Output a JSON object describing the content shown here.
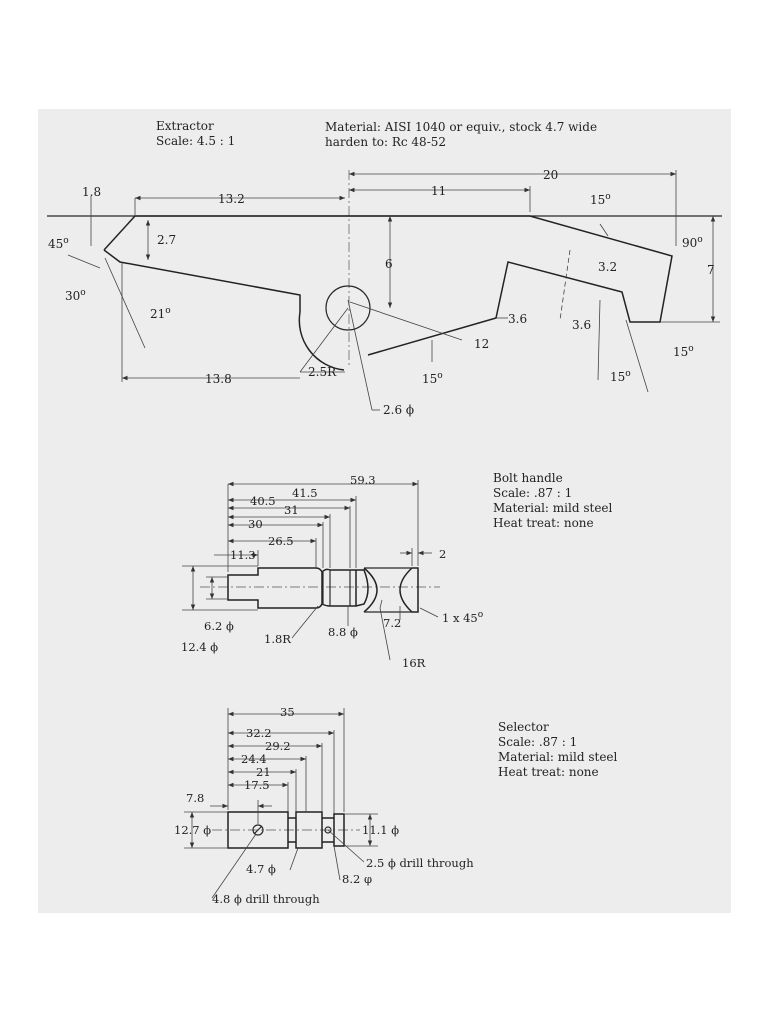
{
  "extractor": {
    "title": "Extractor",
    "scale": "Scale: 4.5 : 1",
    "material": "Material: AISI 1040 or equiv., stock 4.7 wide",
    "harden": "harden to: Rc 48-52",
    "dims": {
      "d1_8": "1.8",
      "d13_2": "13.2",
      "d11": "11",
      "d20": "20",
      "a15_top": "15",
      "a45": "45",
      "d2_7": "2.7",
      "d6": "6",
      "d3_2": "3.2",
      "a90": "90",
      "d7": "7",
      "a30": "30",
      "a21": "21",
      "d3_6a": "3.6",
      "d3_6b": "3.6",
      "d12": "12",
      "a15_bot1": "15",
      "a15_bot2": "15",
      "a15_right": "15",
      "d13_8": "13.8",
      "r2_5": "2.5R",
      "phi2_6": "2.6 ϕ"
    }
  },
  "bolt_handle": {
    "title": "Bolt handle",
    "scale": "Scale: .87 : 1",
    "material": "Material: mild steel",
    "heat": "Heat treat: none",
    "dims": {
      "d59_3": "59.3",
      "d41_5": "41.5",
      "d40_5": "40.5",
      "d31": "31",
      "d30": "30",
      "d26_5": "26.5",
      "d11_3": "11.3",
      "d2": "2",
      "phi6_2": "6.2 ϕ",
      "phi12_4": "12.4 ϕ",
      "r1_8": "1.8R",
      "phi8_8": "8.8 ϕ",
      "d7_2": "7.2",
      "chamfer": "1 x 45",
      "r16": "16R"
    }
  },
  "selector": {
    "title": "Selector",
    "scale": "Scale: .87 : 1",
    "material": "Material: mild steel",
    "heat": "Heat treat: none",
    "dims": {
      "d35": "35",
      "d32_2": "32.2",
      "d29_2": "29.2",
      "d24_4": "24.4",
      "d21": "21",
      "d17_5": "17.5",
      "d7_8": "7.8",
      "phi12_7": "12.7 ϕ",
      "phi11_1": "11.1 ϕ",
      "phi4_7": "4.7 ϕ",
      "drill2_5": "2.5 ϕ drill through",
      "phi8_2": "8.2 φ",
      "drill4_8": "4.8 ϕ drill through"
    }
  }
}
